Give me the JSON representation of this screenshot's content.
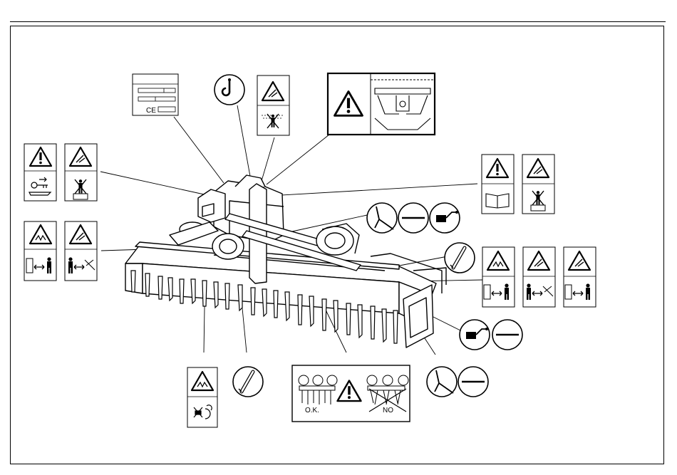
{
  "labels": {
    "ok": "O.K.",
    "no": "NO"
  },
  "nameplate": {
    "ce_mark": "CE"
  },
  "colors": {
    "ink": "#000000",
    "paper": "#ffffff",
    "gray": "#cccccc"
  },
  "icons": [
    "lifting-hook-icon",
    "warning-triangle-icon",
    "read-manual-icon",
    "remove-key-icon",
    "no-standing-icon",
    "keep-distance-icon",
    "crush-hazard-icon",
    "grease-point-icon",
    "oil-level-icon",
    "rotating-parts-icon"
  ]
}
